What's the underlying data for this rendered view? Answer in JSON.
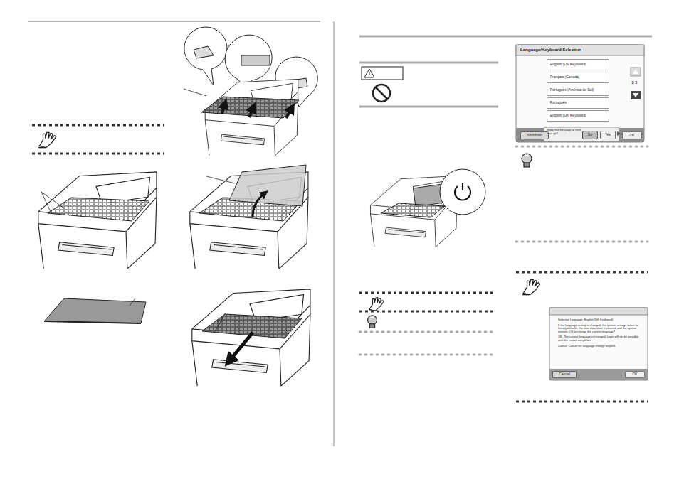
{
  "diagram": {
    "nodes": [
      {
        "text": [
          "Language/Keyboard Selection"
        ]
      },
      {
        "text": [
          "English (US Keyboard)"
        ],
        "in": 0
      },
      {
        "text": [
          "Français (Canada)"
        ],
        "in": 0
      },
      {
        "text": [
          "Português (América do Sul)"
        ],
        "in": 0
      },
      {
        "text": [
          "Português"
        ],
        "in": 0
      },
      {
        "text": [
          "English (UK Keyboard)"
        ],
        "in": 0
      },
      {
        "text": [
          "No"
        ],
        "in": 0
      },
      {
        "text": [
          "Yes"
        ],
        "in": 0
      },
      {
        "text": [
          "Shutdown"
        ],
        "in": 0
      },
      {
        "text": [
          "OK"
        ],
        "in": 0
      },
      {
        "text": [
          "Selected Language: English (UK Keyboard)",
          "If the language setting is changed, the system settings return to factory defaults, the user data store is cleared, and the system restarts. OK to change the current language?",
          "OK: The current language is changed. Login will not be possible until the restart completes.",
          "Cancel: Cancel the language change request."
        ]
      },
      {
        "text": [
          "Cancel"
        ],
        "in": 10
      },
      {
        "text": [
          "OK"
        ],
        "in": 10
      }
    ],
    "labels": [
      "1/ 3",
      "Show this message at next start up?"
    ]
  }
}
